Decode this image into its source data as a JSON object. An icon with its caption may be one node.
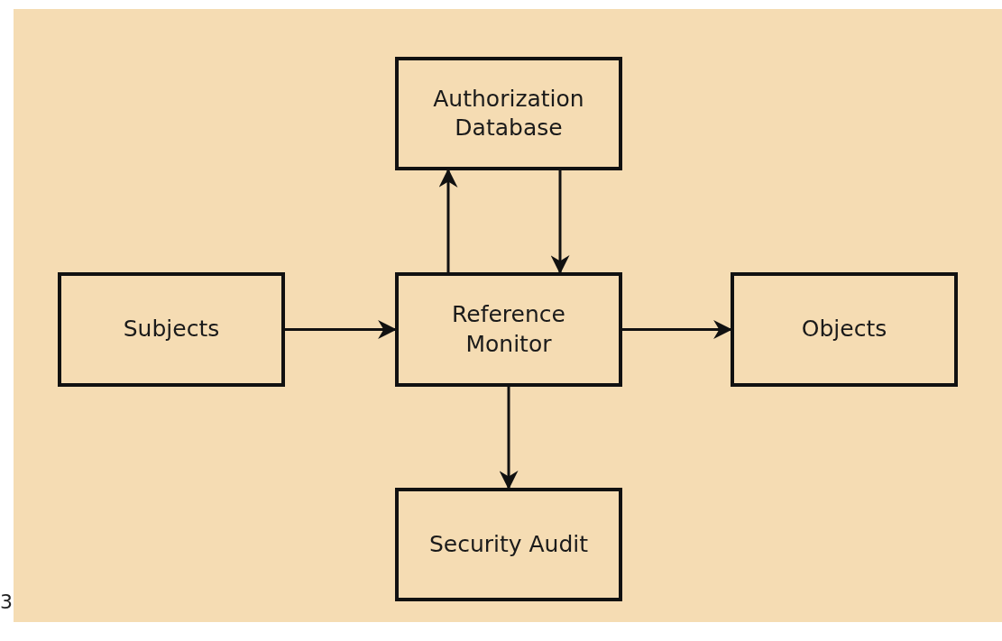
{
  "diagram": {
    "nodes": [
      {
        "text": [
          "Authorization Database"
        ]
      },
      {
        "text": [
          "Subjects"
        ]
      },
      {
        "text": [
          "Reference Monitor"
        ]
      },
      {
        "text": [
          "Objects"
        ]
      },
      {
        "text": [
          "Security Audit"
        ]
      }
    ],
    "edges": [
      {
        "from": 1,
        "to": 2,
        "arrow": "to"
      },
      {
        "from": 2,
        "to": 0,
        "arrow": "to"
      },
      {
        "from": 0,
        "to": 2,
        "arrow": "to"
      },
      {
        "from": 2,
        "to": 3,
        "arrow": "to"
      },
      {
        "from": 2,
        "to": 4,
        "arrow": "to"
      }
    ],
    "labels": [
      "3"
    ]
  }
}
